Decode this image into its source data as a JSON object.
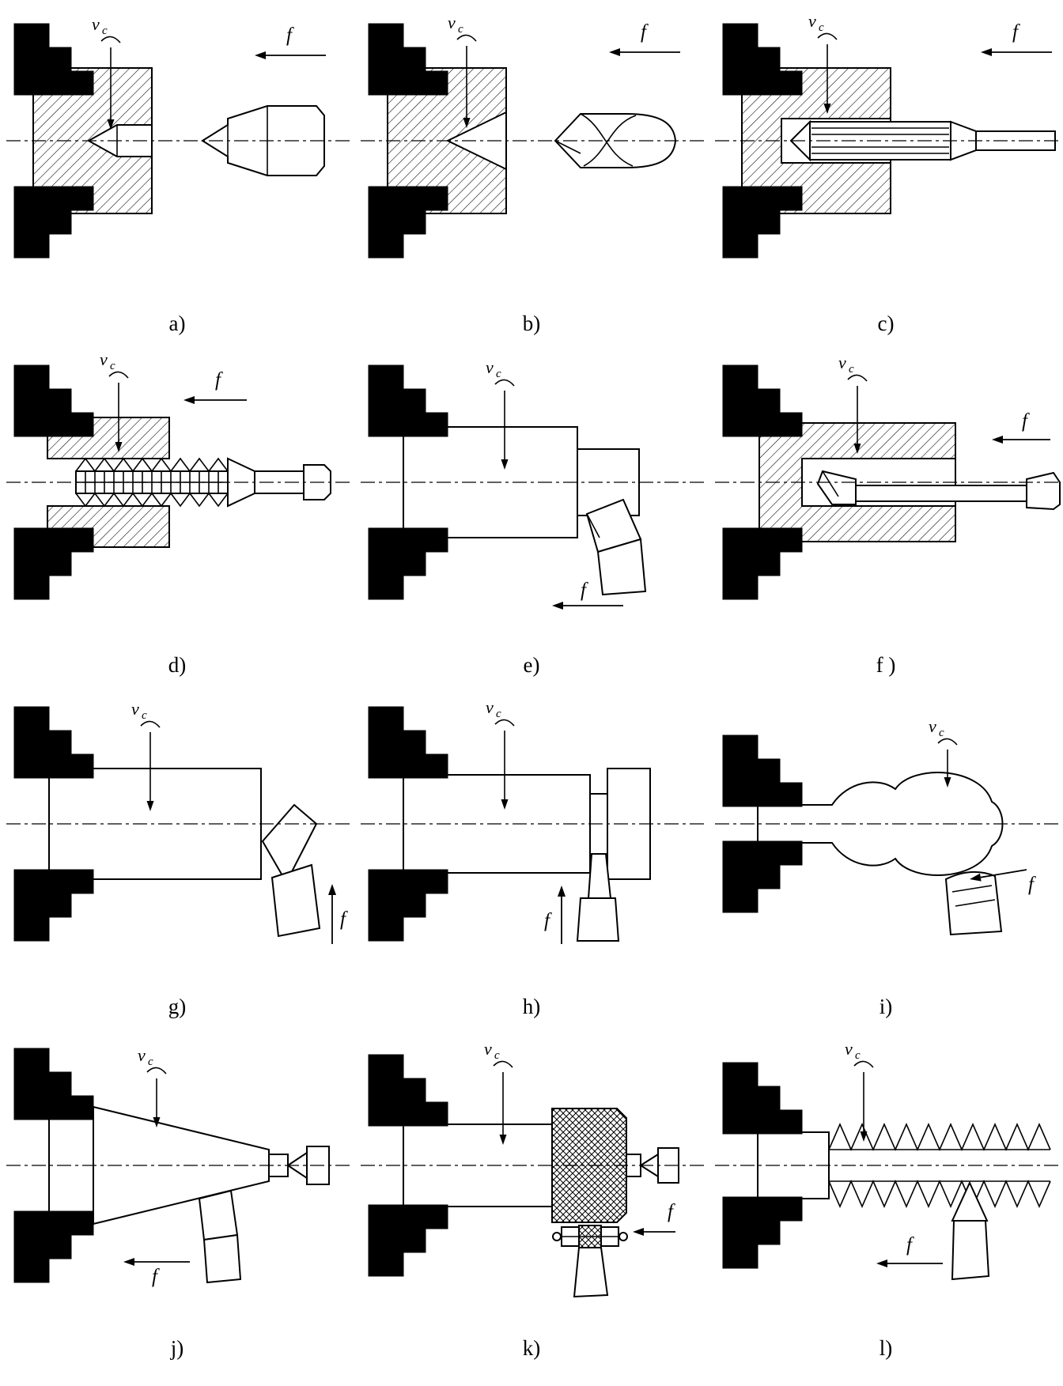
{
  "figure": {
    "labels": {
      "vc_main": "v",
      "vc_sub": "c",
      "feed": "f"
    },
    "panels": [
      {
        "caption": "a)"
      },
      {
        "caption": "b)"
      },
      {
        "caption": "c)"
      },
      {
        "caption": "d)"
      },
      {
        "caption": "e)"
      },
      {
        "caption": "f )"
      },
      {
        "caption": "g)"
      },
      {
        "caption": "h)"
      },
      {
        "caption": "i)"
      },
      {
        "caption": "j)"
      },
      {
        "caption": "k)"
      },
      {
        "caption": "l)"
      }
    ]
  }
}
